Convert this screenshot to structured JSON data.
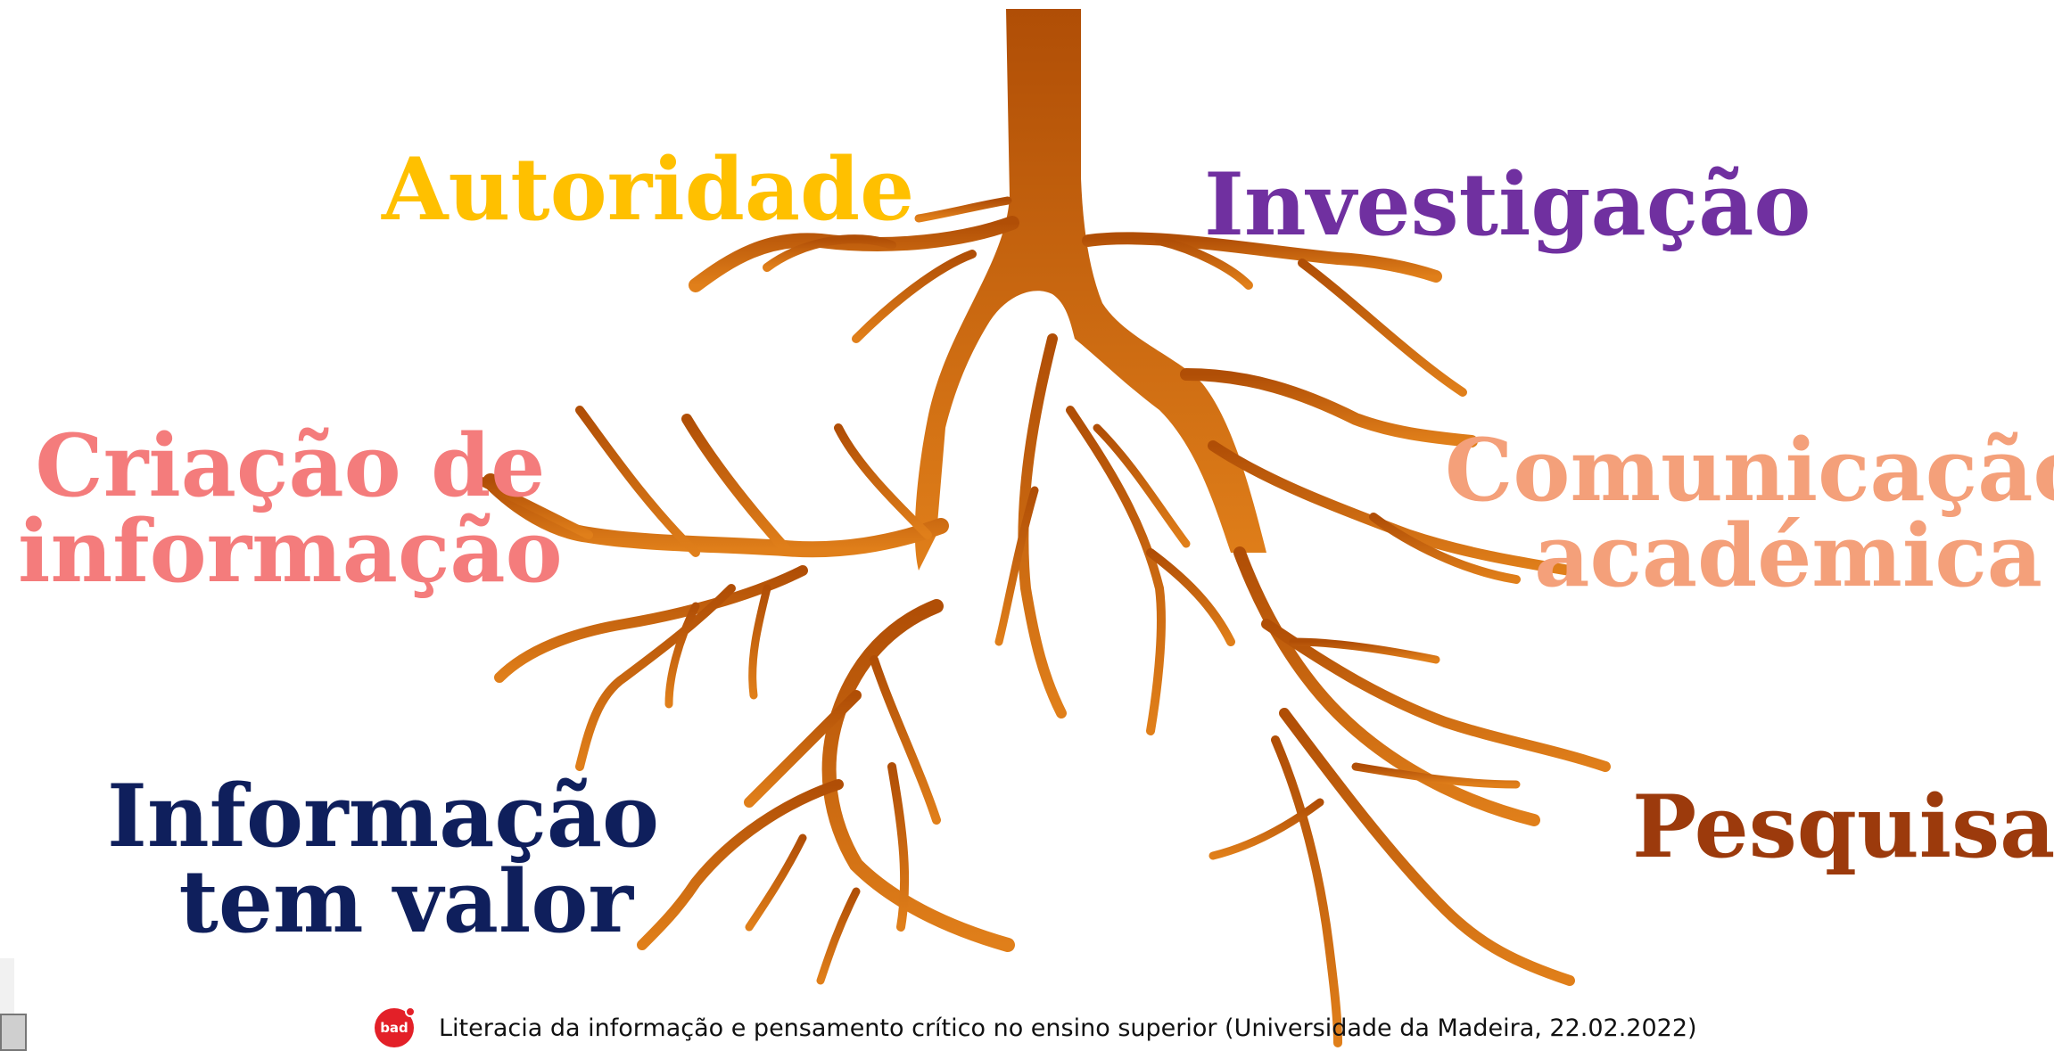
{
  "concepts": {
    "autoridade": {
      "text": "Autoridade",
      "color": "#FFC000"
    },
    "investigacao": {
      "text": "Investigação",
      "color": "#7030A0"
    },
    "criacao": {
      "line1": "Criação de",
      "line2": "informação",
      "color": "#F47C7C"
    },
    "comunicacao": {
      "line1": "Comunicação",
      "line2": "académica",
      "color": "#F4A07A"
    },
    "informacao": {
      "line1": "Informação",
      "line2": "tem valor",
      "color": "#0F1F5C"
    },
    "pesquisa": {
      "text": "Pesquisa",
      "color": "#9C3A0C"
    }
  },
  "root_colors": {
    "top": "#B04E06",
    "bottom": "#E07F1A"
  },
  "logo_text": "bad",
  "footer_caption": "Literacia da informação e pensamento crítico no ensino superior (Universidade da Madeira, 22.02.2022)"
}
